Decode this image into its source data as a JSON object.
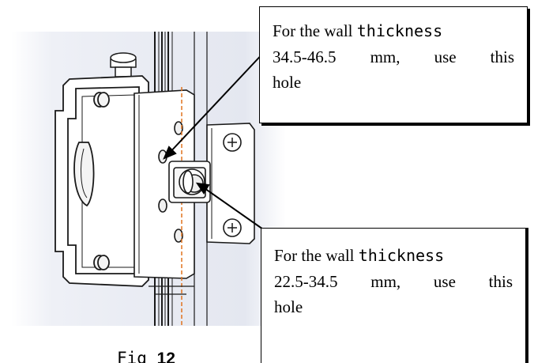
{
  "callouts": {
    "top": {
      "line1_prefix": "For the wall ",
      "line1_word": "thickness",
      "line2": "34.5-46.5 mm, use this",
      "line3": "hole"
    },
    "bottom": {
      "line1_prefix": "For the wall ",
      "line1_word": "thickness",
      "line2": "22.5-34.5 mm, use this",
      "line3": "hole"
    }
  },
  "caption": {
    "prefix": "Fig ",
    "number": "12"
  },
  "colors": {
    "background_panel": "#e6e9f2",
    "metal_outline": "#1a1a1a",
    "highlight_line": "#e0731e"
  }
}
